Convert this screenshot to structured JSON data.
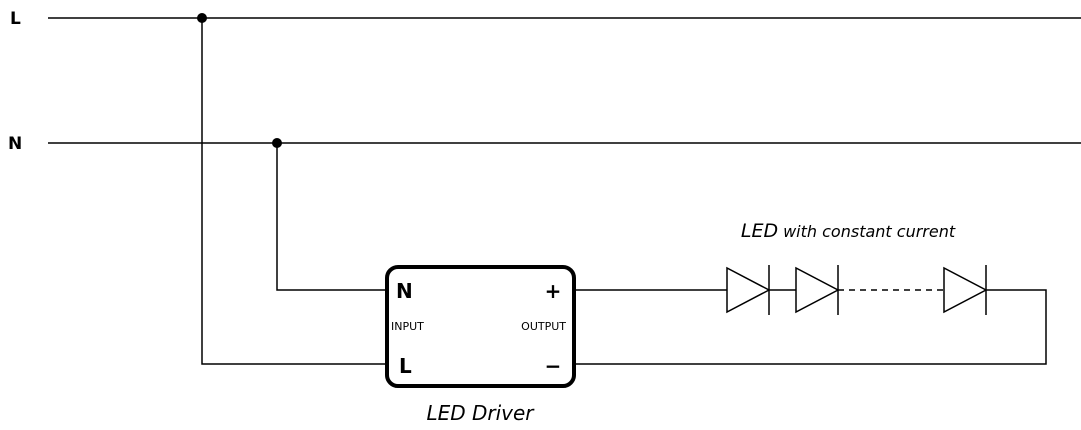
{
  "rails": {
    "line": "L",
    "neutral": "N"
  },
  "driver": {
    "caption": "LED Driver",
    "terminal_n": "N",
    "terminal_l": "L",
    "terminal_plus": "+",
    "terminal_minus": "−",
    "input_label": "INPUT",
    "output_label": "OUTPUT"
  },
  "led_string": {
    "caption_main": "LED",
    "caption_rest": "with constant current",
    "visible_diodes": 3
  }
}
